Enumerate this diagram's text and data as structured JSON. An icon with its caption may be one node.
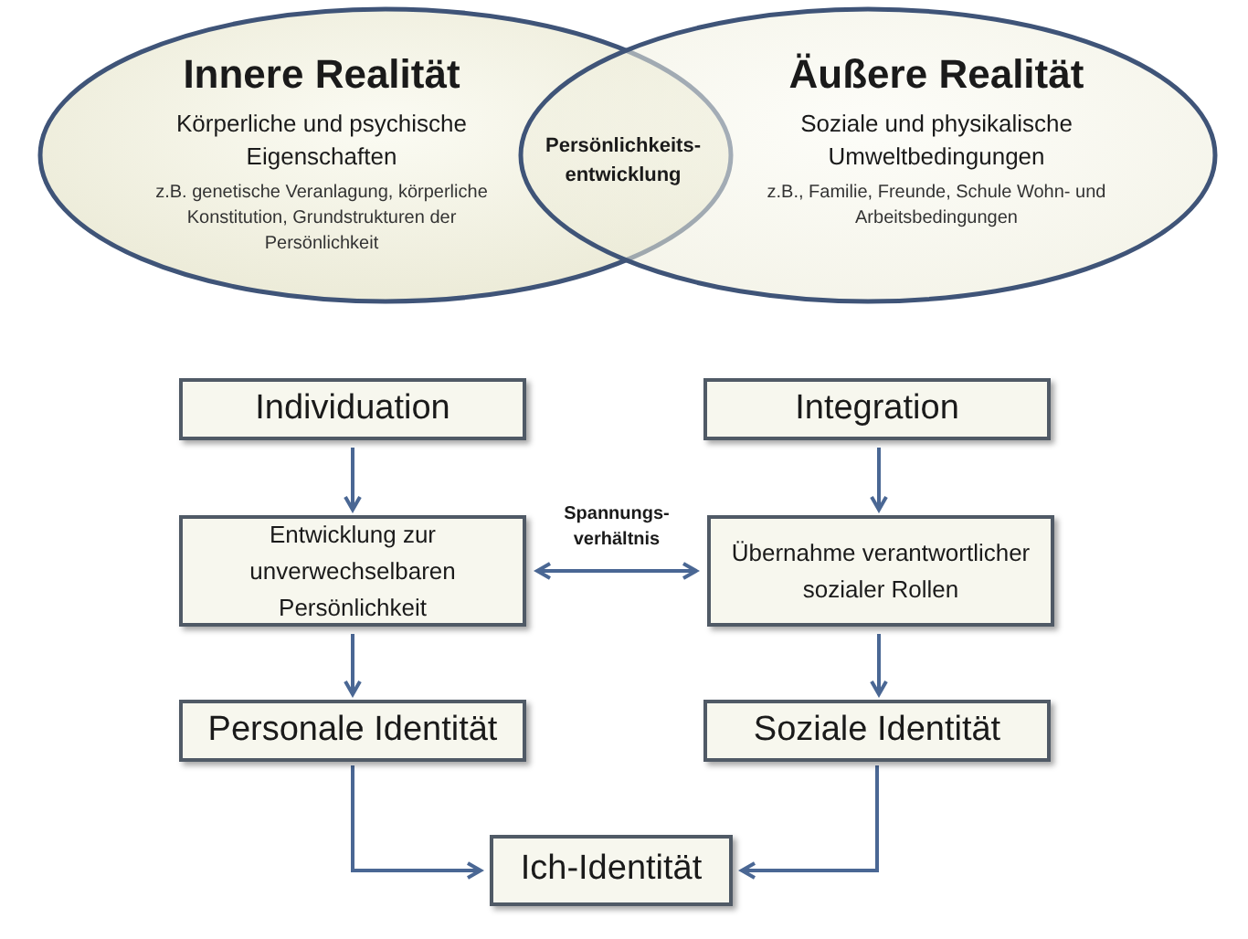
{
  "diagram": {
    "nodes": [
      {
        "text": [
          "Innere Realität",
          "Körperliche und psychische Eigenschaften",
          "z.B. genetische Veranlagung, körperliche Konstitution, Grundstrukturen der Persönlichkeit"
        ]
      },
      {
        "text": [
          "Äußere Realität",
          "Soziale und physikalische Umweltbedingungen",
          "z.B., Familie, Freunde, Schule Wohn- und Arbeitsbedingungen"
        ]
      },
      {
        "text": [
          "Persönlichkeits- entwicklung"
        ]
      },
      {
        "text": [
          "Individuation"
        ]
      },
      {
        "text": [
          "Integration"
        ]
      },
      {
        "text": [
          "Entwicklung zur unverwechselbaren Persönlichkeit"
        ]
      },
      {
        "text": [
          "Übernahme verantwortlicher sozialer Rollen"
        ]
      },
      {
        "text": [
          "Personale Identität"
        ]
      },
      {
        "text": [
          "Soziale Identität"
        ]
      },
      {
        "text": [
          "Ich-Identität"
        ]
      }
    ],
    "edges": [
      {
        "from": 3,
        "to": 5,
        "arrow": "to"
      },
      {
        "from": 4,
        "to": 6,
        "arrow": "to"
      },
      {
        "from": 5,
        "to": 6,
        "arrow": "both",
        "label": "Spannungs- verhältnis"
      },
      {
        "from": 5,
        "to": 7,
        "arrow": "to"
      },
      {
        "from": 6,
        "to": 8,
        "arrow": "to"
      },
      {
        "from": 7,
        "to": 9,
        "arrow": "to"
      },
      {
        "from": 8,
        "to": 9,
        "arrow": "to"
      }
    ]
  }
}
